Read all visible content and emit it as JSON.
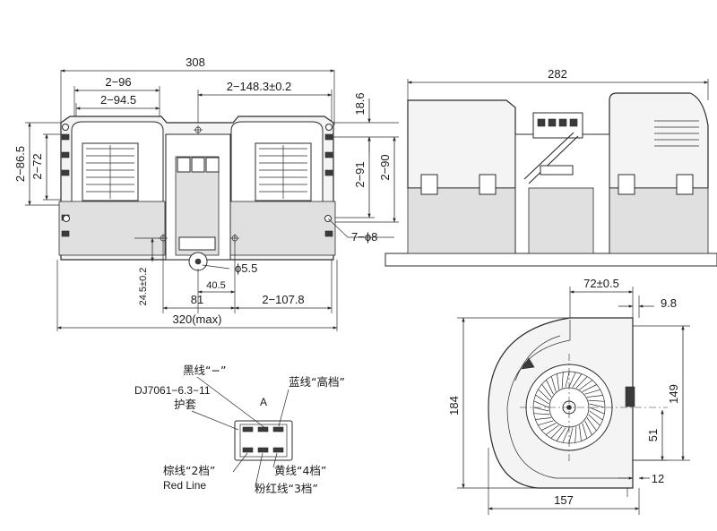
{
  "front_view": {
    "dims": {
      "overall_width": "308",
      "hole_span_a": "2−96",
      "hole_span_b": "2−94.5",
      "hole_span_c": "2−148.3±0.2",
      "height_top": "18.6",
      "vert_a": "2−86.5",
      "vert_b": "2−72",
      "vert_c": "2−91",
      "vert_d": "2−90",
      "holes": "7−ϕ8",
      "hole_small": "ϕ5.5",
      "offset_v": "24.5±0.2",
      "offset_40": "40.5",
      "offset_81": "81",
      "offset_107": "2−107.8",
      "max_width": "320(max)"
    }
  },
  "side_view": {
    "dims": {
      "overall_length": "282"
    }
  },
  "end_view": {
    "dims": {
      "outlet_width": "72±0.5",
      "outlet_offset": "9.8",
      "height": "184",
      "height_149": "149",
      "height_51": "51",
      "bottom_12": "12",
      "width_157": "157"
    }
  },
  "connector": {
    "part_no": "DJ7061−6.3−11",
    "sheath": "护套",
    "letter_a": "A",
    "black_wire": "黑线“−”",
    "blue_wire": "蓝线“高档”",
    "brown_wire": "棕线“2档”",
    "red_line": "Red Line",
    "yellow_wire": "黄线“4档”",
    "pink_wire": "粉红线“3档”"
  }
}
